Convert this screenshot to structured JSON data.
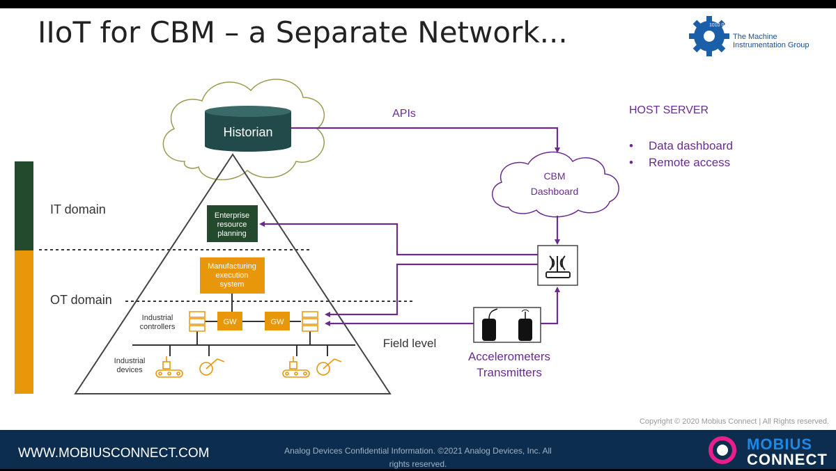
{
  "slide": {
    "title": "IIoT for CBM – a Separate Network...",
    "logo_bits": "1010 01011",
    "logo_line1": "The Machine",
    "logo_line2": "Instrumentation Group"
  },
  "diagram": {
    "historian": "Historian",
    "apis": "APIs",
    "cbm_line1": "CBM",
    "cbm_line2": "Dashboard",
    "it_domain": "IT domain",
    "ot_domain": "OT domain",
    "erp_line1": "Enterprise",
    "erp_line2": "resource",
    "erp_line3": "planning",
    "mes_line1": "Manufacturing",
    "mes_line2": "execution",
    "mes_line3": "system",
    "gw": "GW",
    "controllers_line1": "Industrial",
    "controllers_line2": "controllers",
    "devices_line1": "Industrial",
    "devices_line2": "devices",
    "field_level": "Field level",
    "sensors_line1": "Accelerometers",
    "sensors_line2": "Transmitters"
  },
  "host_server": {
    "heading": "HOST SERVER",
    "items": [
      "Data dashboard",
      "Remote access"
    ]
  },
  "footer": {
    "copyright": "Copyright © 2020 Mobius Connect | All Rights reserved.",
    "url": "WWW.MOBIUSCONNECT.COM",
    "confidential": "Analog Devices Confidential Information. ©2021 Analog Devices, Inc. All rights reserved.",
    "brand_line1": "MOBIUS",
    "brand_line2": "CONNECT"
  },
  "colors": {
    "purple": "#6a2b8f",
    "dark_green": "#234a2d",
    "orange": "#e8960a",
    "footer_blue": "#0d2d4e"
  }
}
